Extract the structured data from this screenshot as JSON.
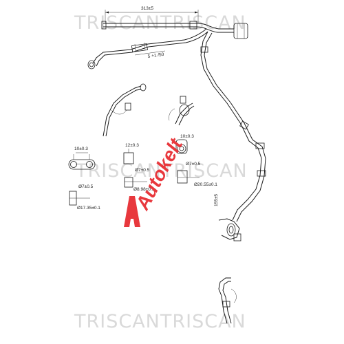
{
  "watermarks": {
    "top": "TRISCANTRISCAN",
    "middle": "TRISCANTRISCAN",
    "bottom": "TRISCANTRISCAN"
  },
  "logo": {
    "text": "Autokelt",
    "color": "#e8383d"
  },
  "dimensions": {
    "overall_length": "313±5",
    "hose_length": "5 +1 /50",
    "fitting1_top": "10±0.3",
    "fitting1_dia": "Ø7±0.5",
    "fitting1_base": "Ø17.35±0.1",
    "fitting2_top": "12±0.3",
    "fitting2_mid": "Ø7±0.5",
    "fitting2_base": "Ø8.98±0.1",
    "fitting3_top": "10±0.3",
    "fitting3_dia": "Ø7±0.5",
    "fitting3_base": "Ø20.55±0.1",
    "side_label": "155±5"
  }
}
